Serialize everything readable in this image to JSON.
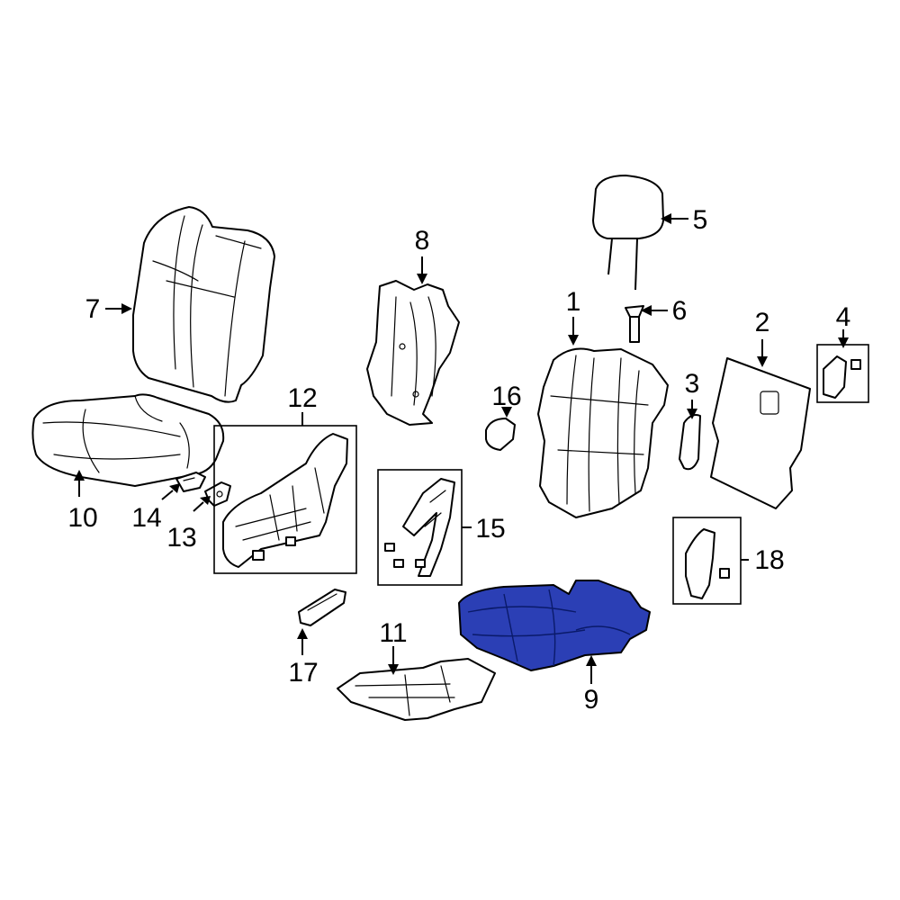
{
  "accent_color": "#2b3fb5",
  "highlighted_part": "9",
  "callouts": {
    "c1": "1",
    "c2": "2",
    "c3": "3",
    "c4": "4",
    "c5": "5",
    "c6": "6",
    "c7": "7",
    "c8": "8",
    "c9": "9",
    "c10": "10",
    "c11": "11",
    "c12": "12",
    "c13": "13",
    "c14": "14",
    "c15": "15",
    "c16": "16",
    "c17": "17",
    "c18": "18"
  }
}
